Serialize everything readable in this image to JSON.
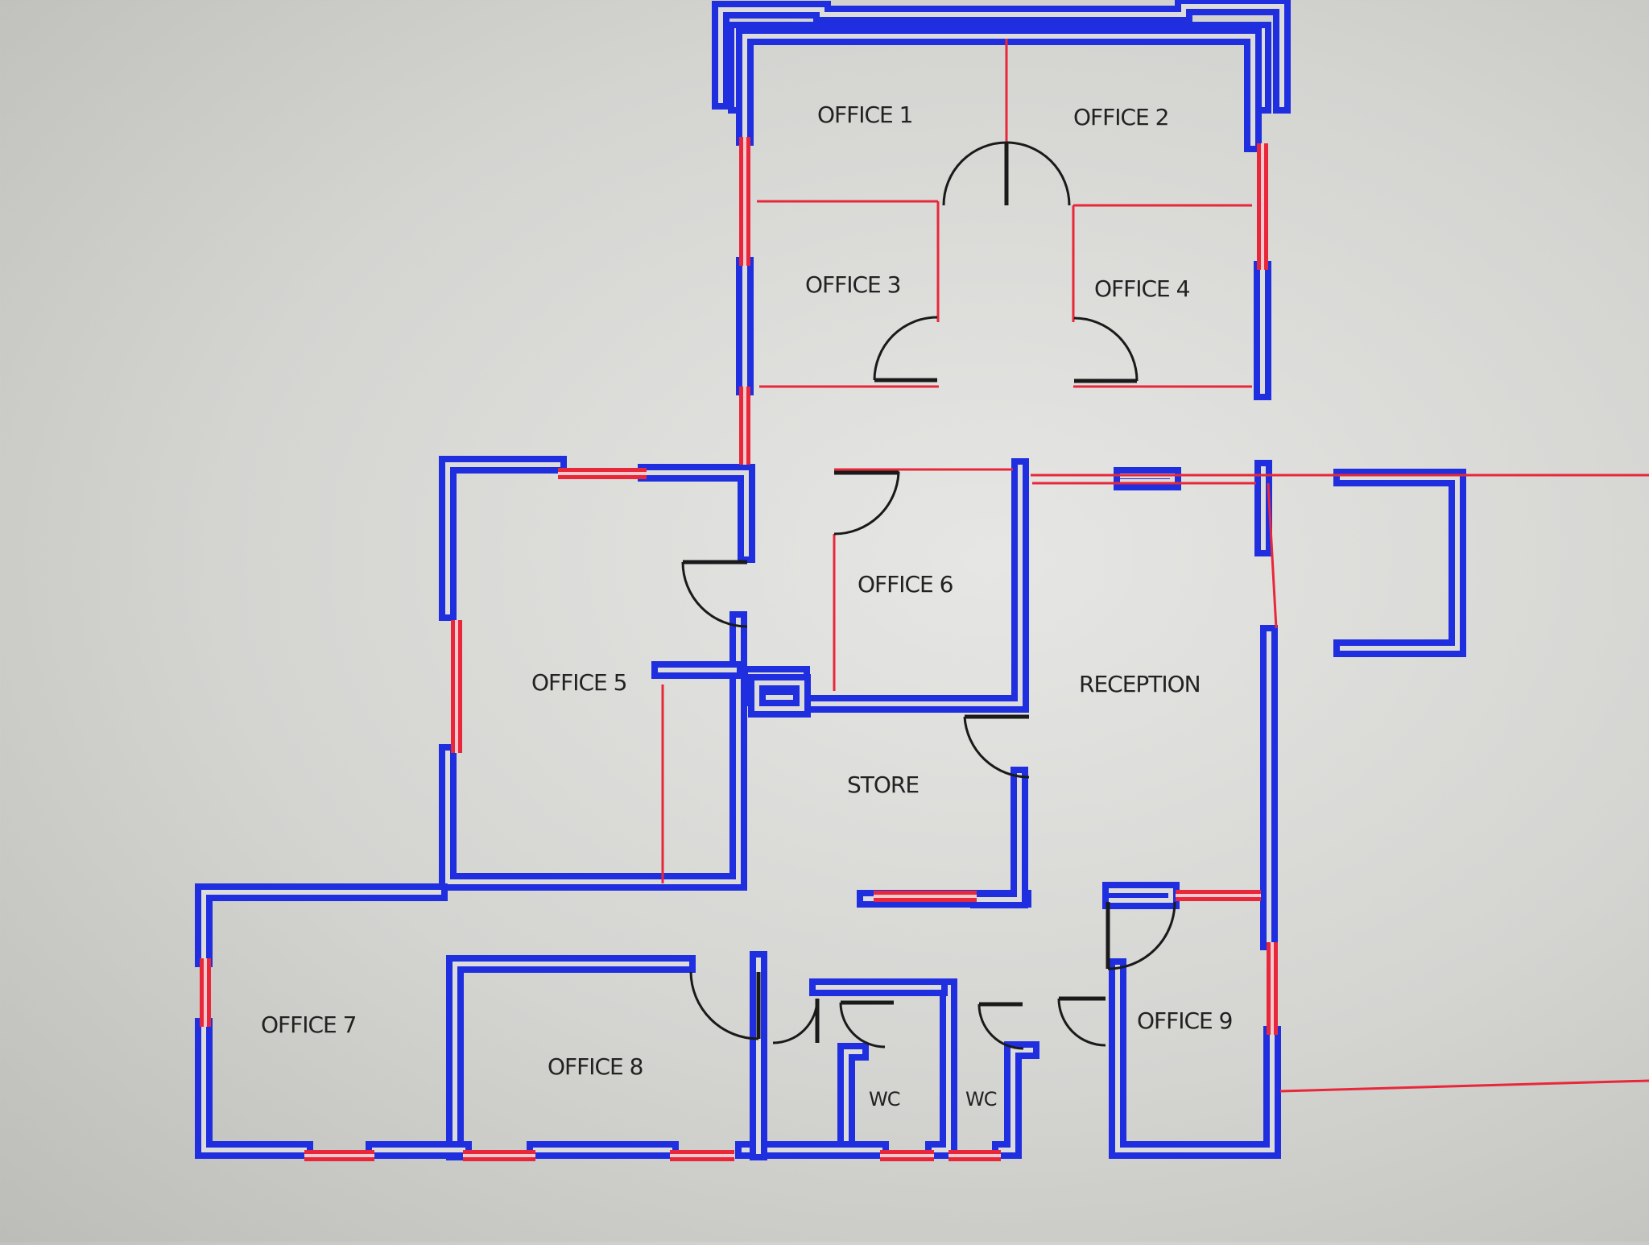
{
  "floor_plan": {
    "colors": {
      "wall_outer": "#1f2fe0",
      "wall_inner": "#dcdcdc",
      "window": "#e8283a",
      "partition": "#e8283a",
      "door_arc": "#1a1a1a",
      "label": "#222222"
    },
    "rooms": [
      {
        "id": "office-1",
        "label": "OFFICE 1"
      },
      {
        "id": "office-2",
        "label": "OFFICE 2"
      },
      {
        "id": "office-3",
        "label": "OFFICE 3"
      },
      {
        "id": "office-4",
        "label": "OFFICE 4"
      },
      {
        "id": "office-5",
        "label": "OFFICE 5"
      },
      {
        "id": "office-6",
        "label": "OFFICE 6"
      },
      {
        "id": "reception",
        "label": "RECEPTION"
      },
      {
        "id": "store",
        "label": "STORE"
      },
      {
        "id": "office-7",
        "label": "OFFICE 7"
      },
      {
        "id": "office-8",
        "label": "OFFICE 8"
      },
      {
        "id": "office-9",
        "label": "OFFICE 9"
      },
      {
        "id": "wc-1",
        "label": "WC"
      },
      {
        "id": "wc-2",
        "label": "WC"
      }
    ]
  }
}
